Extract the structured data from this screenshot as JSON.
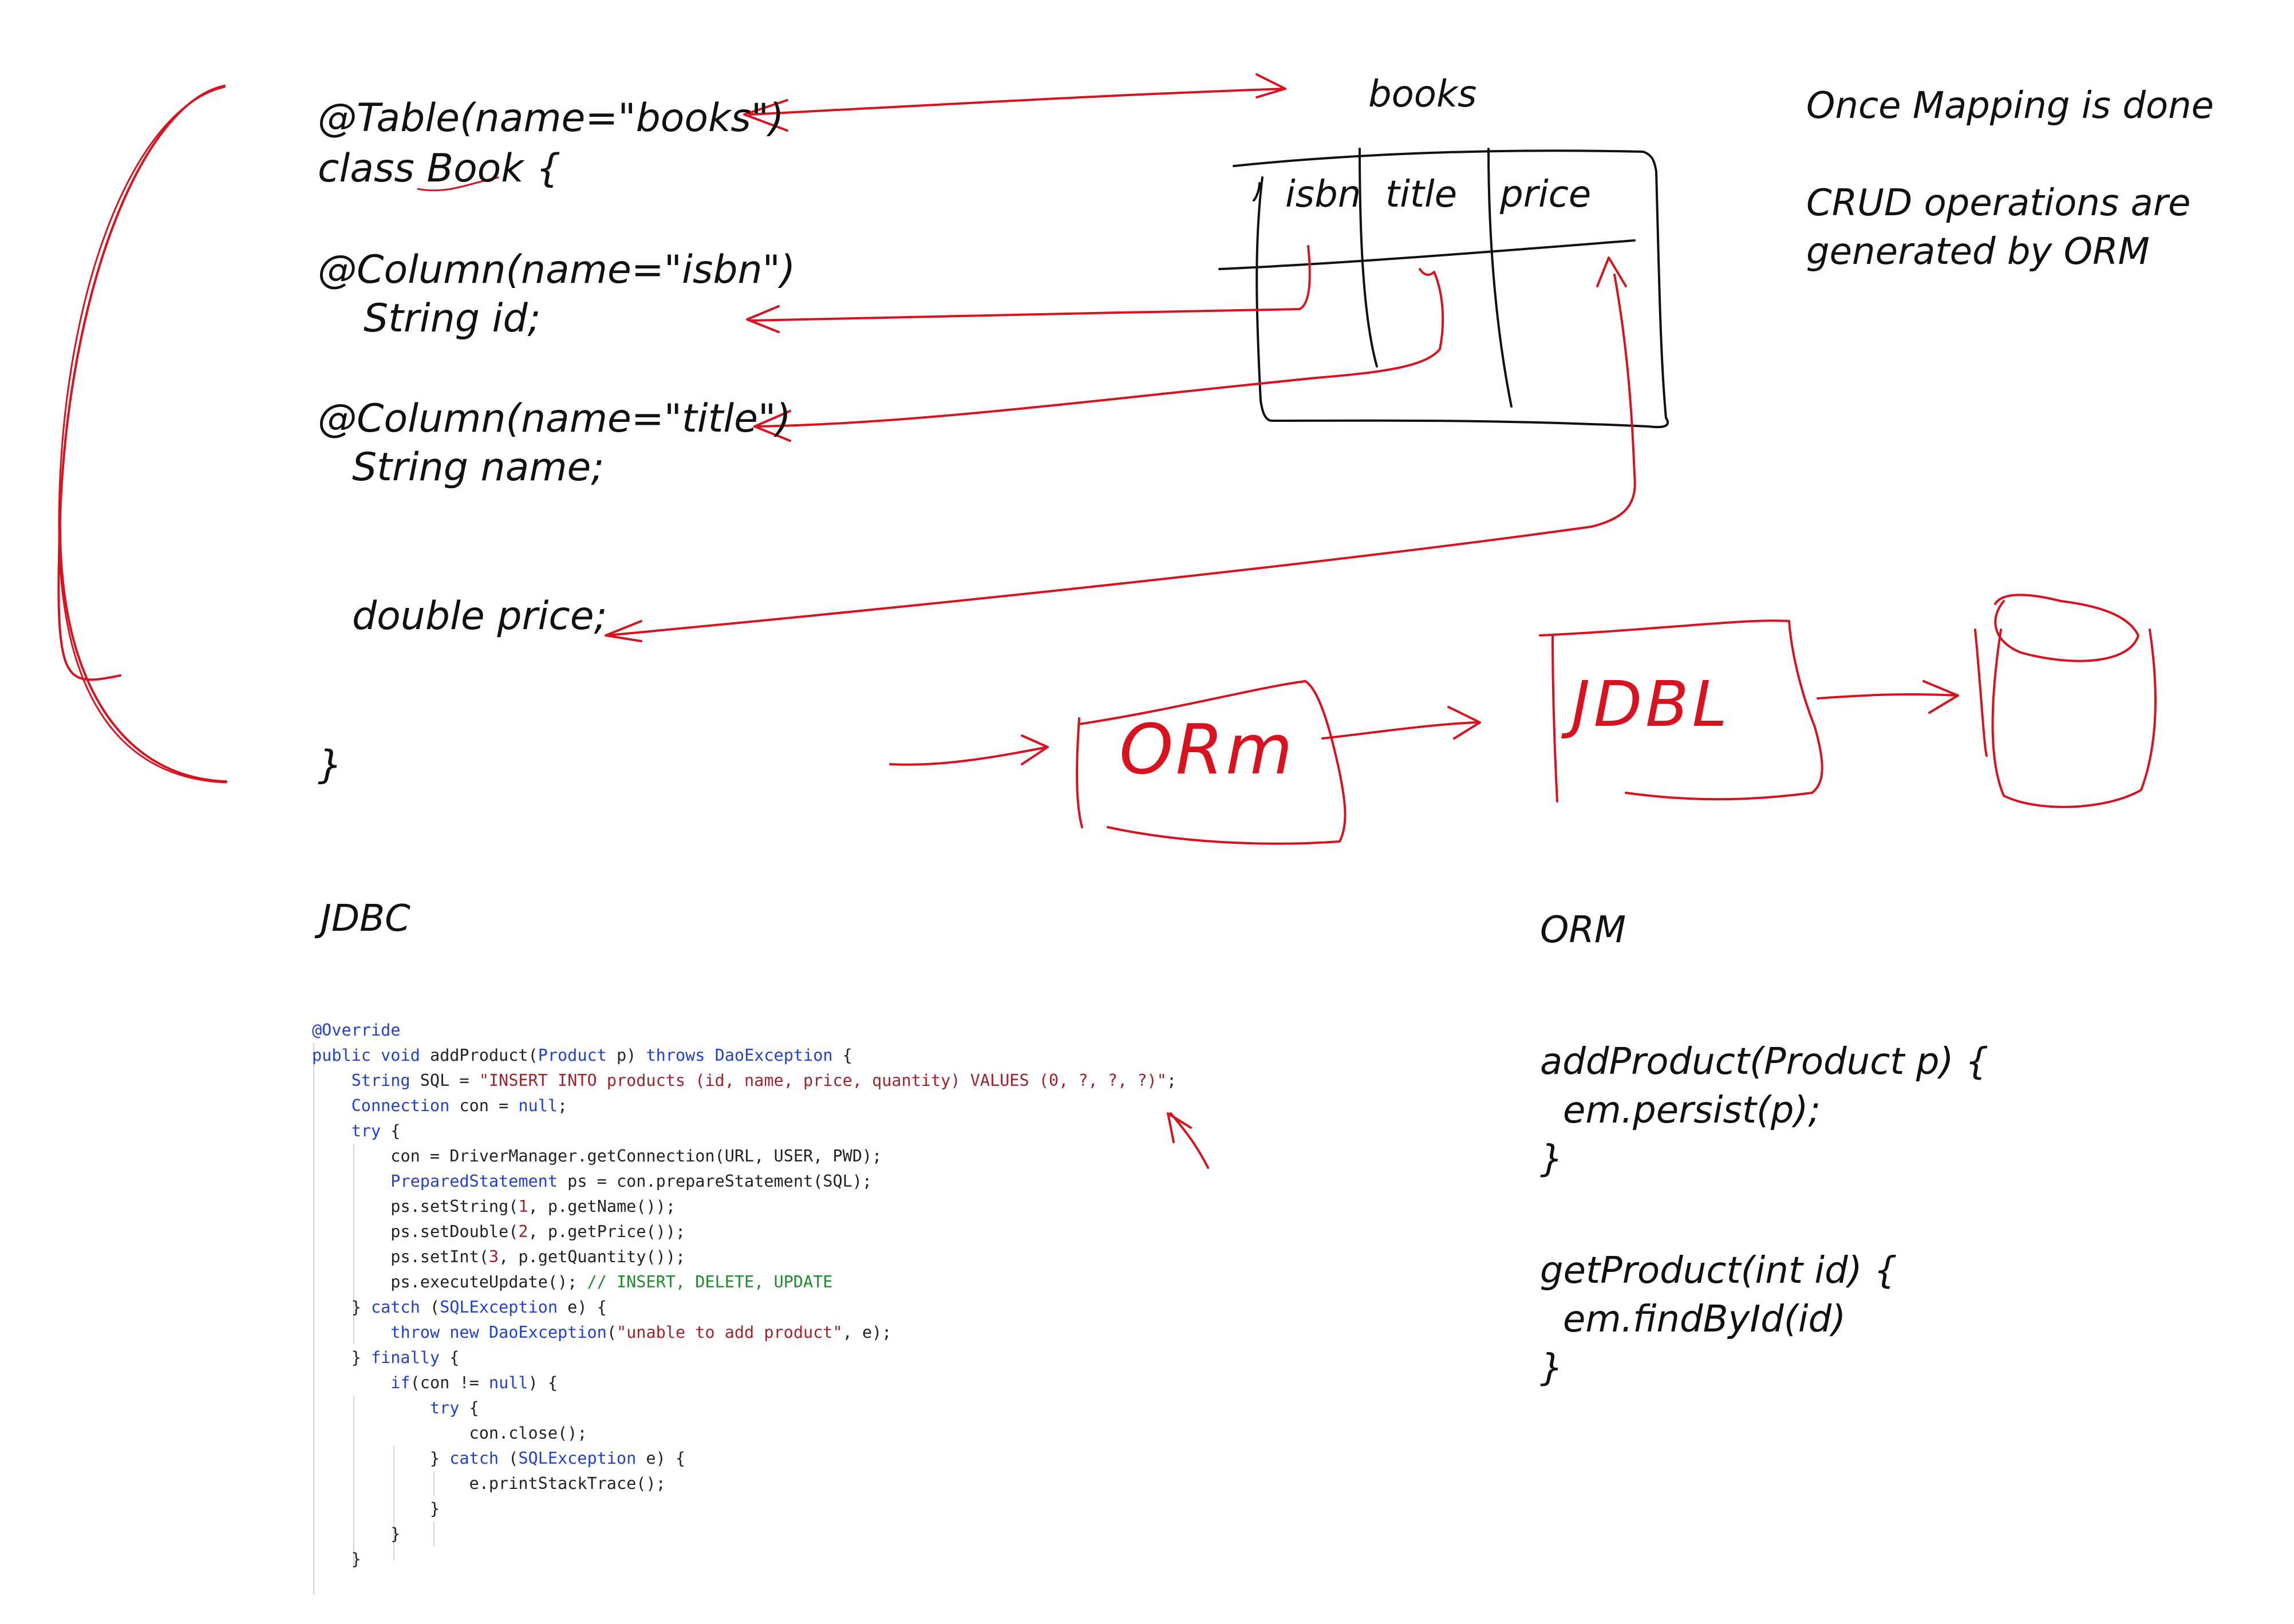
{
  "entity_code": {
    "table_annotation": "@Table(name=\"books\")",
    "class_decl": "class Book {",
    "col_isbn_annotation": "@Column(name=\"isbn\")",
    "field_id": "String id;",
    "col_title_annotation": "@Column(name=\"title\")",
    "field_name": "String name;",
    "field_price": "double price;",
    "close_brace": "}"
  },
  "db_table": {
    "name": "books",
    "columns": [
      "isbn",
      "title",
      "price"
    ]
  },
  "note": {
    "line1": "Once Mapping is done",
    "line2": "CRUD operations are",
    "line3": "generated by ORM"
  },
  "flow": {
    "orm_box_label": "ORm",
    "jdbc_box_label": "JDBL"
  },
  "jdbc_section": {
    "title": "JDBC",
    "code_lines": [
      "@Override",
      "public void addProduct(Product p) throws DaoException {",
      "    String SQL = \"INSERT INTO products (id, name, price, quantity) VALUES (0, ?, ?, ?)\";",
      "    Connection con = null;",
      "    try {",
      "        con = DriverManager.getConnection(URL, USER, PWD);",
      "        PreparedStatement ps = con.prepareStatement(SQL);",
      "        ps.setString(1, p.getName());",
      "        ps.setDouble(2, p.getPrice());",
      "        ps.setInt(3, p.getQuantity());",
      "        ps.executeUpdate(); // INSERT, DELETE, UPDATE",
      "    } catch (SQLException e) {",
      "        throw new DaoException(\"unable to add product\", e);",
      "    } finally {",
      "        if(con != null) {",
      "            try {",
      "                con.close();",
      "            } catch (SQLException e) {",
      "                e.printStackTrace();",
      "            }",
      "        }",
      "    }"
    ]
  },
  "orm_section": {
    "title": "ORM",
    "add_sig": "addProduct(Product p) {",
    "add_body": "em.persist(p);",
    "add_close": "}",
    "get_sig": "getProduct(int id) {",
    "get_body": "em.findById(id)",
    "get_close": "}"
  },
  "colors": {
    "ink": "#111111",
    "red_ink": "#d8131f",
    "keyword": "#1f3fd6",
    "string": "#a0222a",
    "comment": "#218a2d"
  }
}
